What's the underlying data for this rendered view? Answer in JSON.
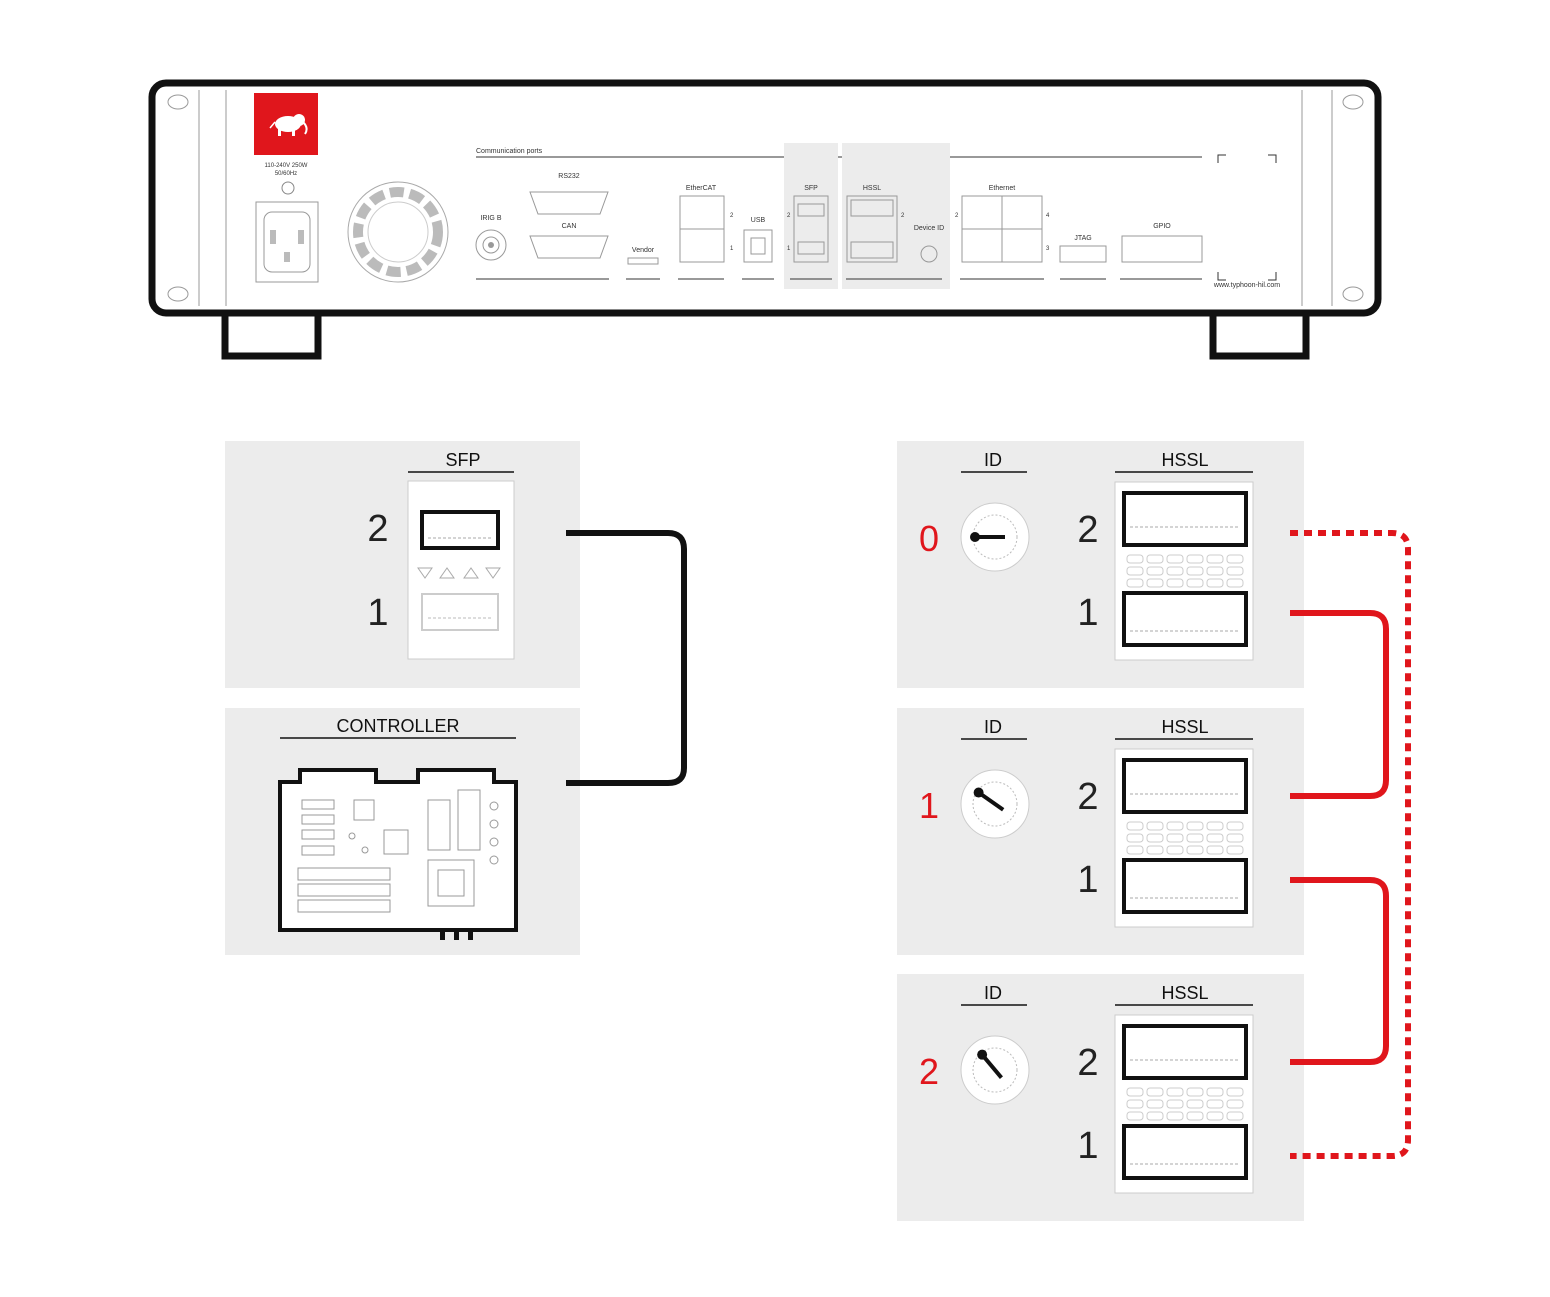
{
  "device": {
    "power_rating_line1": "110-240V 250W",
    "power_rating_line2": "50/60Hz",
    "section_title": "Communication ports",
    "port_labels": {
      "irig": "IRIG B",
      "rs232": "RS232",
      "can": "CAN",
      "vendor": "Vendor",
      "ethercat": "EtherCAT",
      "usb": "USB",
      "sfp": "SFP",
      "hssl": "HSSL",
      "device_id": "Device ID",
      "ethernet": "Ethernet",
      "jtag": "JTAG",
      "gpio": "GPIO"
    },
    "port_numbers": {
      "one": "1",
      "two": "2",
      "three": "3",
      "four": "4"
    },
    "website": "www.typhoon-hil.com"
  },
  "sfp_panel": {
    "title": "SFP",
    "port2": "2",
    "port1": "1"
  },
  "controller_panel": {
    "title": "CONTROLLER"
  },
  "hssl_panels": [
    {
      "id_label": "ID",
      "hssl_label": "HSSL",
      "device_id": "0",
      "port2": "2",
      "port1": "1"
    },
    {
      "id_label": "ID",
      "hssl_label": "HSSL",
      "device_id": "1",
      "port2": "2",
      "port1": "1"
    },
    {
      "id_label": "ID",
      "hssl_label": "HSSL",
      "device_id": "2",
      "port2": "2",
      "port1": "1"
    }
  ],
  "colors": {
    "brand_red": "#e0161c",
    "panel_gray": "#ececec",
    "outline": "#111111",
    "sfp_cable": "#111111",
    "hssl_cable": "#e0161c"
  }
}
